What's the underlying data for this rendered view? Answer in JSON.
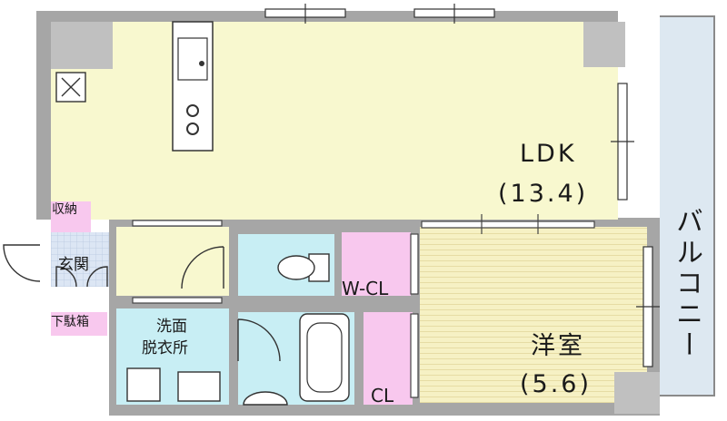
{
  "rooms": {
    "ldk": {
      "name": "LDK",
      "area": "(13.4)"
    },
    "western": {
      "name": "洋室",
      "area": "(5.6)"
    },
    "wcl": {
      "name": "W-CL"
    },
    "cl": {
      "name": "CL"
    },
    "entrance": {
      "name": "玄関"
    },
    "storage": {
      "name": "収納"
    },
    "shoebox": {
      "name": "下駄箱"
    },
    "washroom": {
      "line1": "洗面",
      "line2": "脱衣所"
    },
    "balcony": {
      "name": "バルコニー"
    }
  },
  "colors": {
    "wall": "#a6a6a6",
    "ldk": "#f8f8cf",
    "western": "#f6f1c4",
    "wet": "#c8eef4",
    "closet": "#f8c8ee",
    "entrance_floor": "#dce6f4",
    "balcony": "#dde8f1",
    "pillar": "#c0c0c0"
  }
}
